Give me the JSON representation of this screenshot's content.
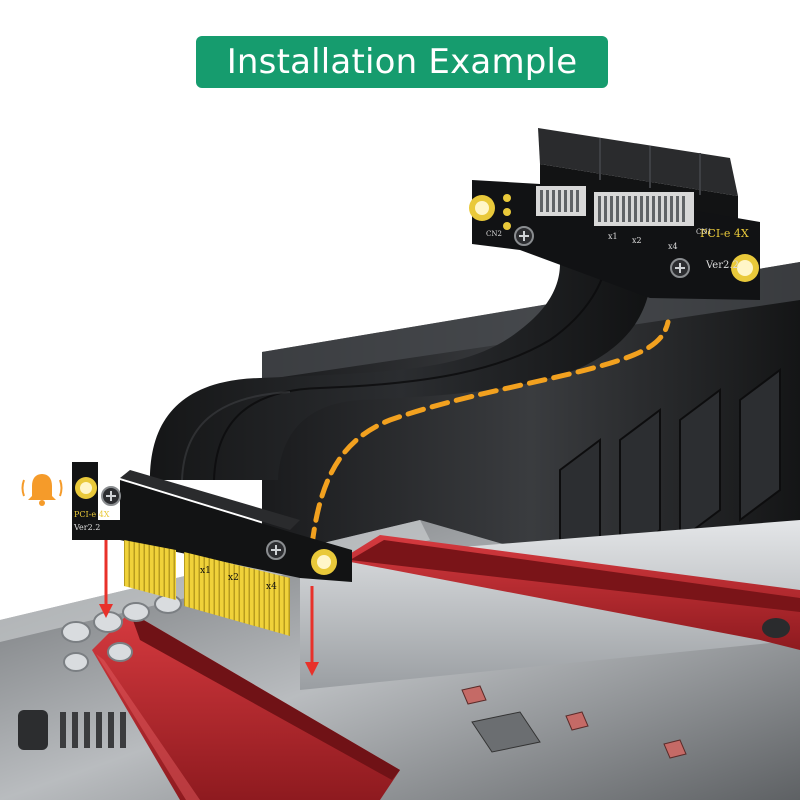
{
  "banner": {
    "title": "Installation Example"
  },
  "adapter_board": {
    "label": "PCI-e 4X",
    "version": "Ver2.2",
    "lane_marks": [
      "x1",
      "x2",
      "x4"
    ],
    "connector_tags": [
      "CN1",
      "CN2"
    ]
  },
  "slot_card": {
    "label": "PCI-e 4X",
    "version": "Ver2.2",
    "lane_marks": [
      "x1",
      "x2",
      "x4"
    ]
  },
  "colors": {
    "banner": "#169c6e",
    "slot_red": "#c1272d",
    "gold": "#f0d23a",
    "guide_line": "#f2a11f",
    "arrow": "#e8312a",
    "alert_icon": "#f59b2a"
  },
  "icons": [
    "bell-icon",
    "arrow-down-icon"
  ]
}
